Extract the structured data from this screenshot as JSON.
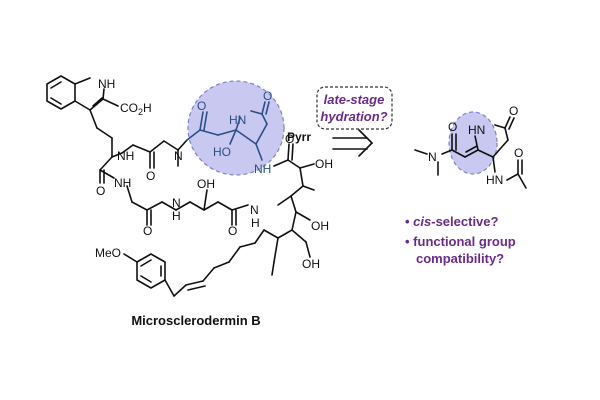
{
  "compound_name": "Microsclerodermin B",
  "fragment_label": "Pyrr",
  "callout": {
    "line1": "late-stage",
    "line2": "hydration?"
  },
  "bullets": [
    {
      "italic": "cis",
      "rest": "-selective?"
    },
    {
      "text": "functional group"
    },
    {
      "text": "compatibility?"
    }
  ],
  "atom_labels": {
    "indole_nh": "NH",
    "co2h": "CO",
    "co2h_sub": "2",
    "co2h_h": "H",
    "nh_1": "NH",
    "n_methyl": "N",
    "pyrr_hn": "HN",
    "pyrr_o": "O",
    "pyrr_ho": "HO",
    "pyrr_nh": "NH",
    "o_top": "O",
    "o_left1": "O",
    "o_left2": "O",
    "oh_mid": "OH",
    "o_mid": "O",
    "oh_1": "OH",
    "oh_2": "OH",
    "oh_3": "OH",
    "o_carbonyl_a": "O",
    "n_amide": "N",
    "h_amide": "H",
    "nh_lower": "NH",
    "nh_lower2": "N",
    "h_lower2": "H",
    "meo": "MeO",
    "r_o1": "O",
    "r_n": "N",
    "r_hn": "HN",
    "r_o2": "O",
    "r_hn2": "HN",
    "r_o3": "O"
  },
  "colors": {
    "highlight_fill": "#c9c8f1",
    "highlight_stroke": "#7f7fcf",
    "accent_purple": "#6a2a8c",
    "blue_fragment": "#2c4f86"
  }
}
